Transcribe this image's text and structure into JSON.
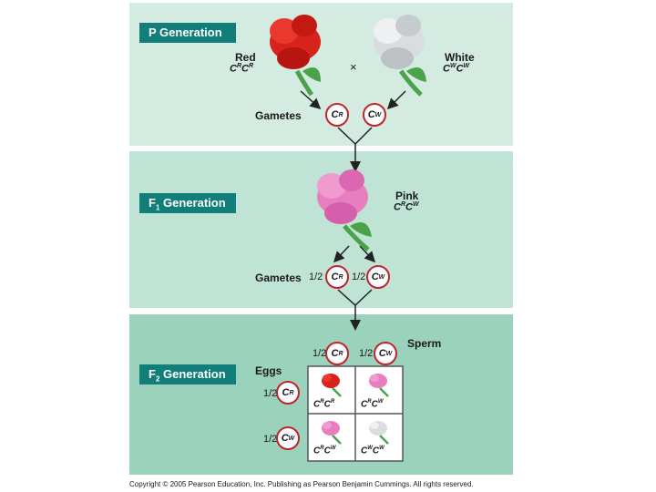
{
  "p_generation": {
    "label": "P Generation",
    "red": {
      "name": "Red",
      "genotype": {
        "a": "C",
        "a_sup": "R",
        "b": "C",
        "b_sup": "R"
      }
    },
    "white": {
      "name": "White",
      "genotype": {
        "a": "C",
        "a_sup": "W",
        "b": "C",
        "b_sup": "W"
      }
    },
    "cross_symbol": "×",
    "gametes_label": "Gametes",
    "gamete_1": {
      "letter": "C",
      "sup": "R"
    },
    "gamete_2": {
      "letter": "C",
      "sup": "W"
    }
  },
  "f1_generation": {
    "label_prefix": "F",
    "label_sub": "1",
    "label_suffix": " Generation",
    "phenotype": "Pink",
    "genotype": {
      "a": "C",
      "a_sup": "R",
      "b": "C",
      "b_sup": "W"
    },
    "gametes_label": "Gametes",
    "gamete_1": {
      "fraction": "1/2",
      "letter": "C",
      "sup": "R"
    },
    "gamete_2": {
      "fraction": "1/2",
      "letter": "C",
      "sup": "W"
    }
  },
  "f2_generation": {
    "label_prefix": "F",
    "label_sub": "2",
    "label_suffix": " Generation",
    "sperm_label": "Sperm",
    "eggs_label": "Eggs",
    "sperm": [
      {
        "fraction": "1/2",
        "letter": "C",
        "sup": "R"
      },
      {
        "fraction": "1/2",
        "letter": "C",
        "sup": "W"
      }
    ],
    "eggs": [
      {
        "fraction": "1/2",
        "letter": "C",
        "sup": "R"
      },
      {
        "fraction": "1/2",
        "letter": "C",
        "sup": "W"
      }
    ],
    "cells": [
      {
        "a": "C",
        "a_sup": "R",
        "b": "C",
        "b_sup": "R",
        "flower": "red"
      },
      {
        "a": "C",
        "a_sup": "R",
        "b": "C",
        "b_sup": "W",
        "flower": "pink"
      },
      {
        "a": "C",
        "a_sup": "R",
        "b": "C",
        "b_sup": "W",
        "flower": "pink"
      },
      {
        "a": "C",
        "a_sup": "W",
        "b": "C",
        "b_sup": "W",
        "flower": "white"
      }
    ]
  },
  "copyright": "Copyright © 2005 Pearson Education, Inc. Publishing as Pearson Benjamin Cummings. All rights reserved.",
  "colors": {
    "red_flower": "#d8231c",
    "white_flower": "#d9dde0",
    "pink_flower": "#e77ec0",
    "stem": "#4aa34a",
    "label_bg": "#127e79",
    "circle": "#c0252b"
  }
}
